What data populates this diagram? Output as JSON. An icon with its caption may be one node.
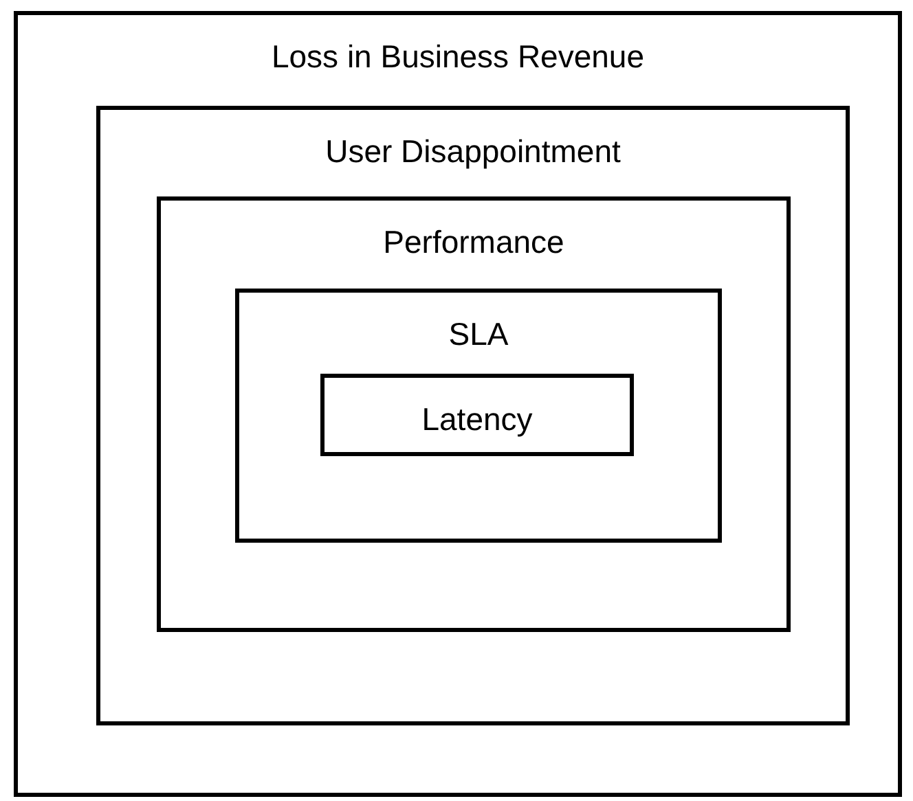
{
  "diagram": {
    "nodes": [
      {
        "text": [
          "Loss in Business Revenue"
        ]
      },
      {
        "text": [
          "User Disappointment"
        ],
        "in": 0
      },
      {
        "text": [
          "Performance"
        ],
        "in": 1
      },
      {
        "text": [
          "SLA"
        ],
        "in": 2
      },
      {
        "text": [
          "Latency"
        ],
        "in": 3
      }
    ]
  }
}
